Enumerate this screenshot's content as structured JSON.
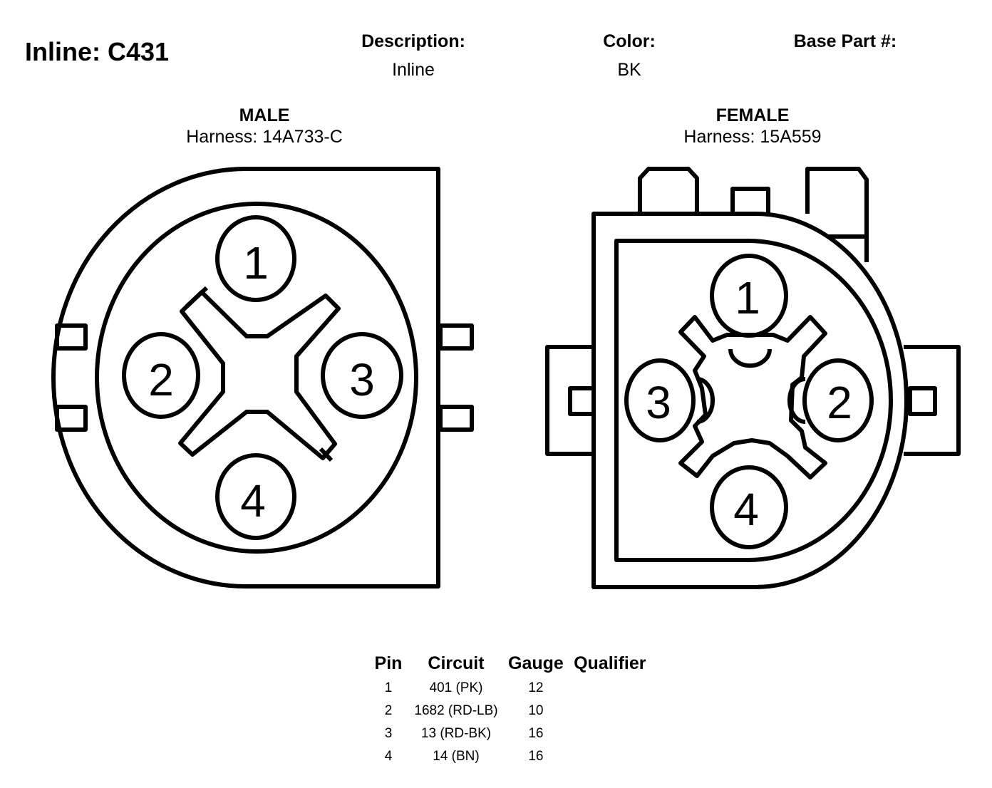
{
  "header": {
    "title": "Inline: C431",
    "description_label": "Description:",
    "description_value": "Inline",
    "color_label": "Color:",
    "color_value": "BK",
    "base_part_label": "Base Part #:",
    "base_part_value": ""
  },
  "male": {
    "title": "MALE",
    "harness": "Harness: 14A733-C",
    "pins": [
      "1",
      "2",
      "3",
      "4"
    ]
  },
  "female": {
    "title": "FEMALE",
    "harness": "Harness: 15A559",
    "pins": [
      "1",
      "2",
      "3",
      "4"
    ]
  },
  "pin_table": {
    "headers": [
      "Pin",
      "Circuit",
      "Gauge",
      "Qualifier"
    ],
    "rows": [
      {
        "pin": "1",
        "circuit": "401 (PK)",
        "gauge": "12",
        "qualifier": ""
      },
      {
        "pin": "2",
        "circuit": "1682 (RD-LB)",
        "gauge": "10",
        "qualifier": ""
      },
      {
        "pin": "3",
        "circuit": "13 (RD-BK)",
        "gauge": "16",
        "qualifier": ""
      },
      {
        "pin": "4",
        "circuit": "14 (BN)",
        "gauge": "16",
        "qualifier": ""
      }
    ]
  },
  "colors": {
    "line": "#000000",
    "background": "#ffffff"
  }
}
